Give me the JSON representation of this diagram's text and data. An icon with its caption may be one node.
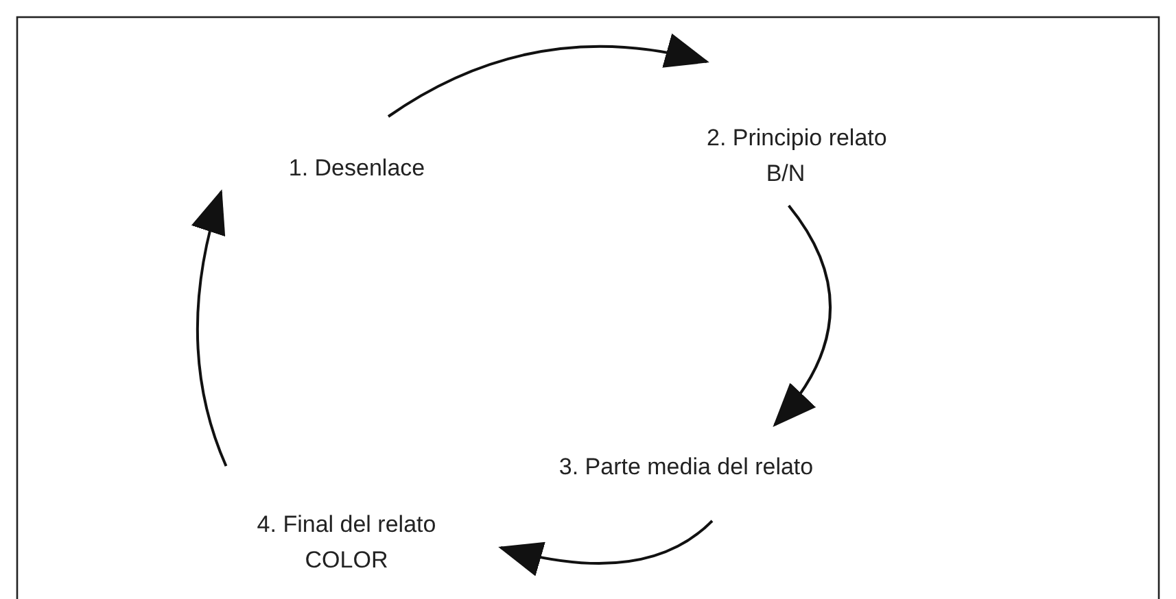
{
  "diagram": {
    "nodes": [
      {
        "text": [
          "1. Desenlace"
        ]
      },
      {
        "text": [
          "2. Principio relato",
          "B/N"
        ]
      },
      {
        "text": [
          "3. Parte media del relato"
        ]
      },
      {
        "text": [
          "4. Final del relato",
          "COLOR"
        ]
      }
    ],
    "edges": [
      {
        "from": 0,
        "to": 1,
        "arrow": "to"
      },
      {
        "from": 1,
        "to": 2,
        "arrow": "to"
      },
      {
        "from": 2,
        "to": 3,
        "arrow": "to"
      },
      {
        "from": 3,
        "to": 0,
        "arrow": "to"
      }
    ]
  }
}
